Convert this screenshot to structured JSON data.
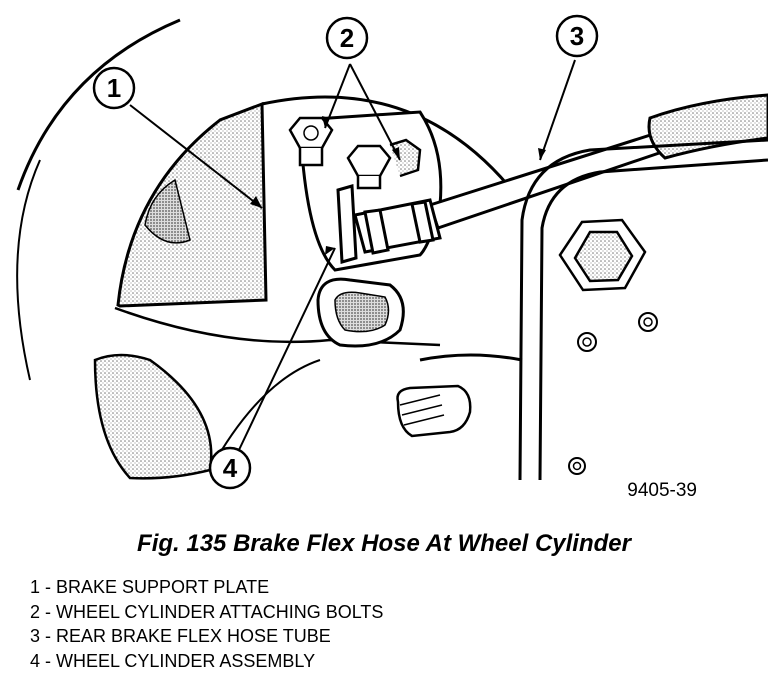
{
  "figure": {
    "drawing_code": "9405-39",
    "caption": "Fig. 135 Brake Flex Hose At Wheel Cylinder",
    "callouts": [
      "1",
      "2",
      "3",
      "4"
    ]
  },
  "legend": [
    "1 - BRAKE SUPPORT PLATE",
    "2 - WHEEL CYLINDER ATTACHING BOLTS",
    "3 - REAR BRAKE FLEX HOSE TUBE",
    "4 - WHEEL CYLINDER ASSEMBLY"
  ],
  "colors": {
    "line": "#000000",
    "background": "#ffffff",
    "shading": "#bdbdbd"
  }
}
